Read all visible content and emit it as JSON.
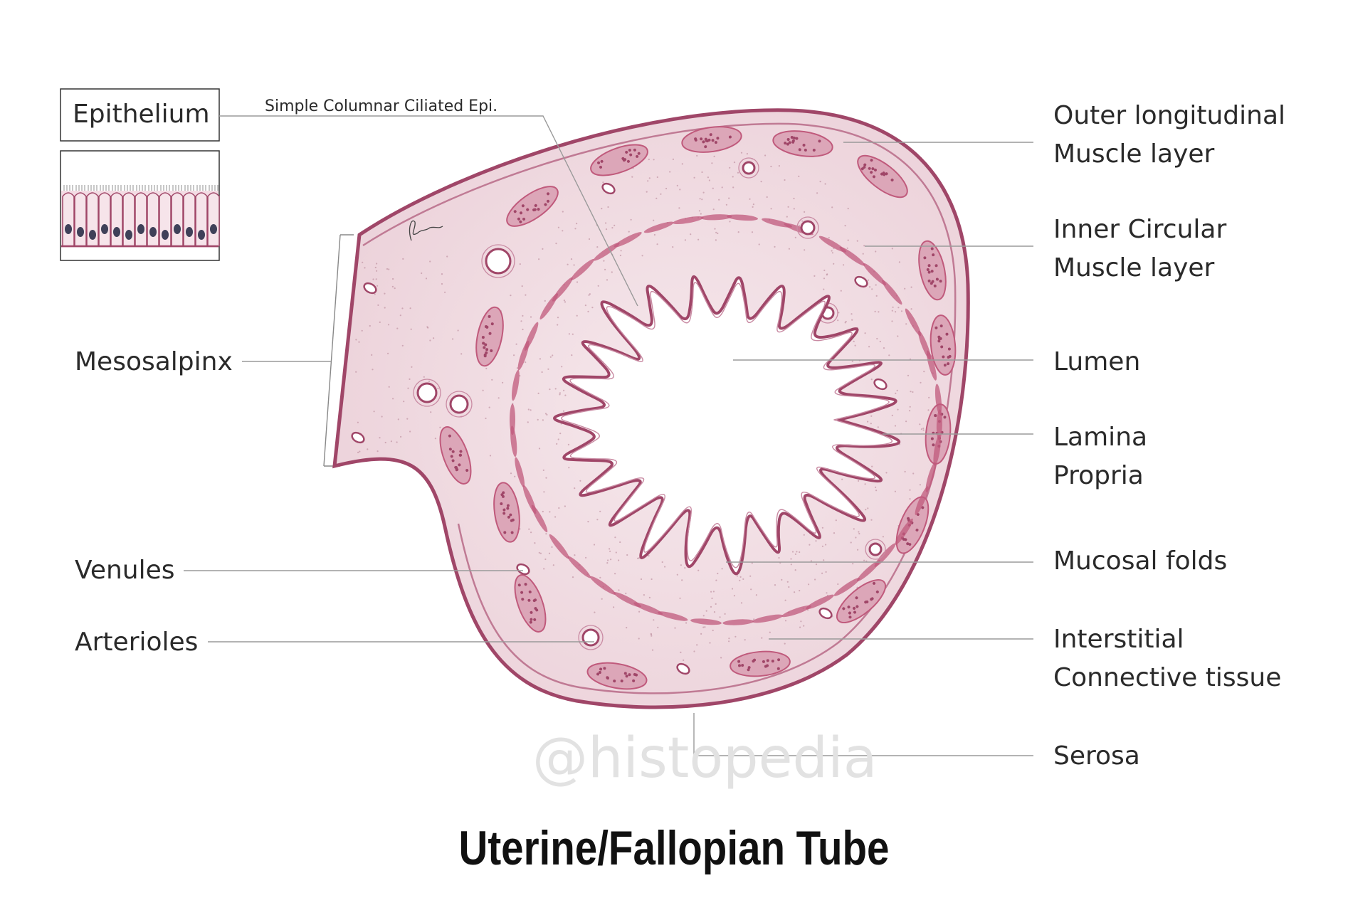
{
  "diagram": {
    "title": "Uterine/Fallopian Tube",
    "watermark": "@histopedia",
    "inset": {
      "label": "Epithelium",
      "sublabel": "Simple Columnar Ciliated Epi."
    },
    "labels_left": {
      "mesosalpinx": "Mesosalpinx",
      "venules": "Venules",
      "arterioles": "Arterioles"
    },
    "labels_right": {
      "outer_longitudinal": [
        "Outer longitudinal",
        "Muscle layer"
      ],
      "inner_circular": [
        "Inner Circular",
        "Muscle layer"
      ],
      "lumen": "Lumen",
      "lamina_propria": [
        "Lamina",
        "Propria"
      ],
      "mucosal_folds": "Mucosal folds",
      "interstitial": [
        "Interstitial",
        "Connective tissue"
      ],
      "serosa": "Serosa"
    },
    "colors": {
      "tissue_fill": "#f1dde3",
      "outline": "#a04668",
      "muscle": "#c05a7c",
      "nucleus": "#3f4159"
    }
  }
}
